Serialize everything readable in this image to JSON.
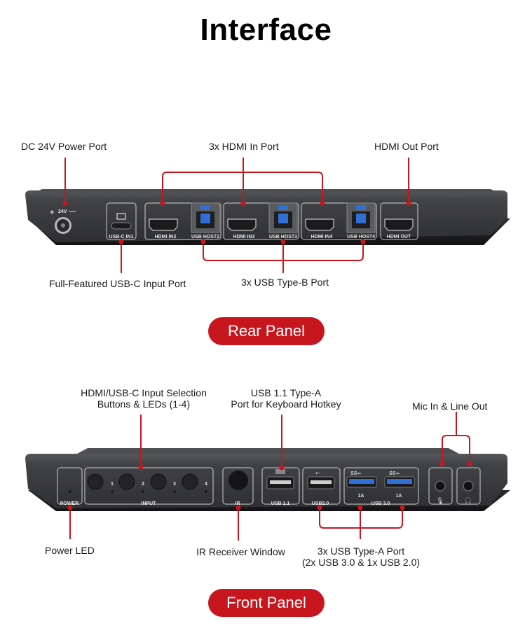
{
  "title": "Interface",
  "rear_panel": {
    "badge": "Rear Panel",
    "callouts": {
      "dc_power": "DC 24V Power Port",
      "hdmi_in": "3x HDMI In Port",
      "hdmi_out": "HDMI Out Port",
      "usb_c": "Full-Featured USB-C Input Port",
      "usb_b": "3x USB Type-B Port"
    },
    "port_labels": {
      "power": "24V",
      "usb_c_in1": "USB-C IN1",
      "hdmi_in2": "HDMI IN2",
      "usb_host2": "USB HOST2",
      "hdmi_in3": "HDMI IN3",
      "usb_host3": "USB HOST3",
      "hdmi_in4": "HDMI IN4",
      "usb_host4": "USB HOST4",
      "hdmi_out": "HDMI OUT"
    }
  },
  "front_panel": {
    "badge": "Front Panel",
    "callouts": {
      "input_buttons_line1": "HDMI/USB-C Input Selection",
      "input_buttons_line2": "Buttons & LEDs (1-4)",
      "usb11_line1": "USB 1.1 Type-A",
      "usb11_line2": "Port for Keyboard Hotkey",
      "audio": "Mic In & Line Out",
      "power_led": "Power LED",
      "ir": "IR Receiver Window",
      "usb_a_line1": "3x USB Type-A Port",
      "usb_a_line2": "(2x USB 3.0 & 1x USB 2.0)"
    },
    "port_labels": {
      "power": "POWER",
      "input": "INPUT",
      "btn1": "1",
      "btn2": "2",
      "btn3": "3",
      "btn4": "4",
      "ir": "IR",
      "usb11": "USB 1.1",
      "usb20": "USB2.0",
      "usb30": "USB 3.0",
      "usb30_current_a": "1A",
      "usb30_current_b": "1A"
    }
  },
  "colors": {
    "accent": "#c8161e",
    "device_body": "#3a3b3e",
    "usb3_blue": "#2f6fd6"
  }
}
